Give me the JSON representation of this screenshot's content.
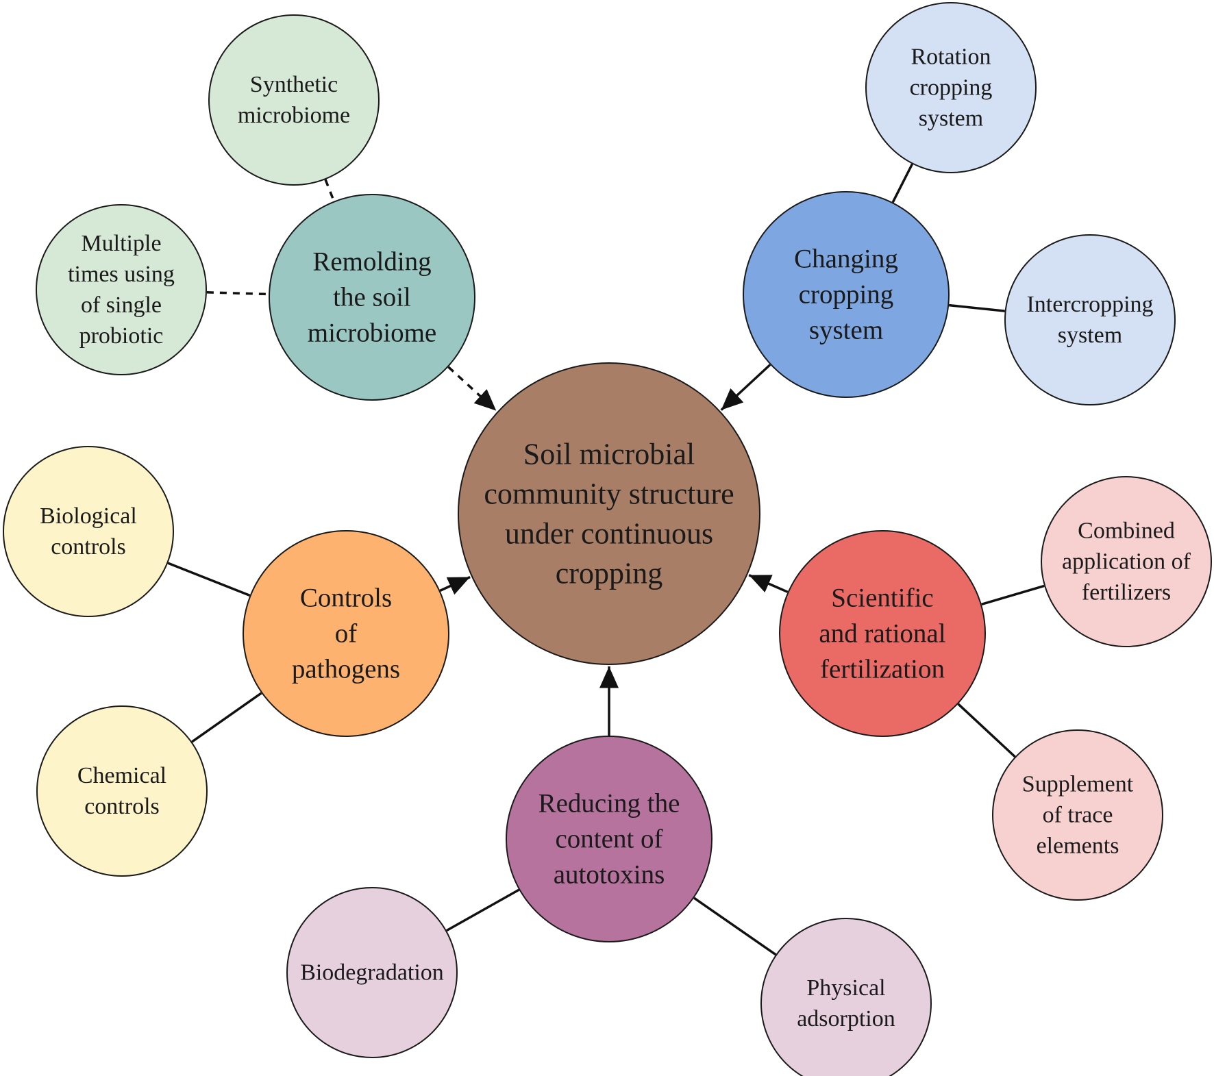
{
  "center": {
    "id": "center",
    "lines": [
      "Soil microbial",
      "community structure",
      "under continuous",
      "cropping"
    ],
    "color": "#a97e66"
  },
  "branches": [
    {
      "id": "remolding",
      "lines": [
        "Remolding",
        "the soil",
        "microbiome"
      ],
      "color": "#9ac7c2",
      "edge_style": "dashed",
      "children": [
        {
          "id": "synthetic",
          "lines": [
            "Synthetic",
            "microbiome"
          ],
          "color": "#d6e8d6",
          "edge_style": "dashed"
        },
        {
          "id": "multiple-probiotic",
          "lines": [
            "Multiple",
            "times using",
            "of single",
            "probiotic"
          ],
          "color": "#d6e8d6",
          "edge_style": "dashed"
        }
      ]
    },
    {
      "id": "changing-cropping",
      "lines": [
        "Changing",
        "cropping",
        "system"
      ],
      "color": "#7ea6e0",
      "edge_style": "solid",
      "children": [
        {
          "id": "rotation",
          "lines": [
            "Rotation",
            "cropping",
            "system"
          ],
          "color": "#d4e1f4",
          "edge_style": "solid"
        },
        {
          "id": "intercropping",
          "lines": [
            "Intercropping",
            "system"
          ],
          "color": "#d4e1f4",
          "edge_style": "solid"
        }
      ]
    },
    {
      "id": "controls-pathogens",
      "lines": [
        "Controls",
        "of",
        "pathogens"
      ],
      "color": "#fdb36f",
      "edge_style": "solid",
      "children": [
        {
          "id": "biological",
          "lines": [
            "Biological",
            "controls"
          ],
          "color": "#fdf5c9",
          "edge_style": "solid"
        },
        {
          "id": "chemical",
          "lines": [
            "Chemical",
            "controls"
          ],
          "color": "#fdf5c9",
          "edge_style": "solid"
        }
      ]
    },
    {
      "id": "fertilization",
      "lines": [
        "Scientific",
        "and rational",
        "fertilization"
      ],
      "color": "#ea6b66",
      "edge_style": "solid",
      "children": [
        {
          "id": "combined-fertilizers",
          "lines": [
            "Combined",
            "application of",
            "fertilizers"
          ],
          "color": "#f6d1d0",
          "edge_style": "solid"
        },
        {
          "id": "trace-elements",
          "lines": [
            "Supplement",
            "of trace",
            "elements"
          ],
          "color": "#f6d1d0",
          "edge_style": "solid"
        }
      ]
    },
    {
      "id": "autotoxins",
      "lines": [
        "Reducing the",
        "content of",
        "autotoxins"
      ],
      "color": "#b5739d",
      "edge_style": "solid",
      "children": [
        {
          "id": "biodegradation",
          "lines": [
            "Biodegradation"
          ],
          "color": "#e6d0de",
          "edge_style": "solid"
        },
        {
          "id": "physical-adsorption",
          "lines": [
            "Physical",
            "adsorption"
          ],
          "color": "#e6d0de",
          "edge_style": "solid"
        }
      ]
    }
  ]
}
